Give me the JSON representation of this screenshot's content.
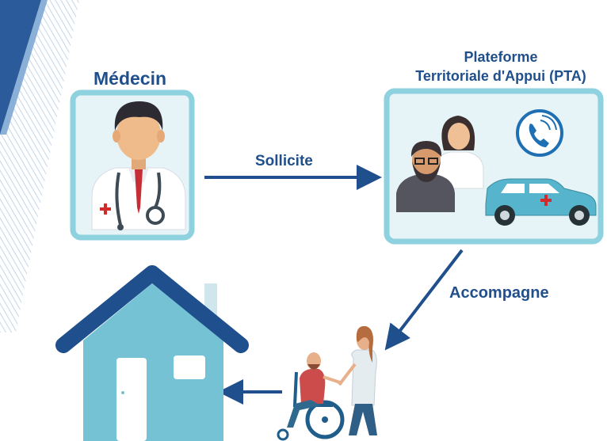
{
  "diagram": {
    "nodes": {
      "medecin": {
        "label": "Médecin"
      },
      "pta": {
        "label_line1": "Plateforme",
        "label_line2": "Territoriale d'Appui (PTA)"
      },
      "patient": {
        "label": ""
      },
      "home": {
        "label": ""
      }
    },
    "edges": {
      "medecin_to_pta": {
        "label": "Sollicite"
      },
      "pta_to_patient": {
        "label": "Accompagne"
      },
      "patient_to_home": {
        "label": ""
      }
    }
  },
  "colors": {
    "primary_blue": "#1f4f8c",
    "card_fill": "#e6f4f7",
    "card_border": "#8ed1df",
    "house_fill": "#74c2d4",
    "accent_red": "#d12b2b"
  },
  "icons": [
    "doctor-icon",
    "team-icon",
    "phone-icon",
    "ambulance-car-icon",
    "house-icon",
    "wheelchair-patient-icon",
    "caregiver-icon"
  ]
}
